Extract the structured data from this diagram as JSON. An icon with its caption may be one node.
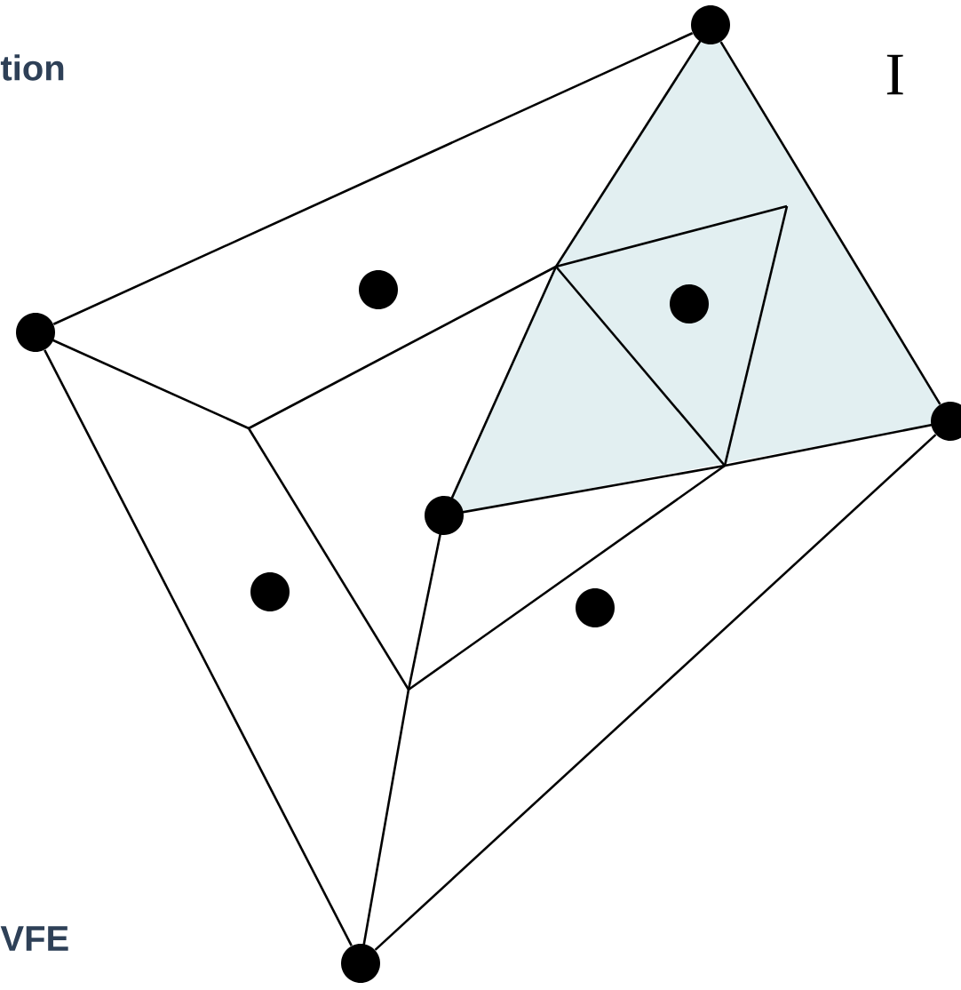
{
  "diagram": {
    "nodes": [
      {
        "text": [],
        "shape": "circle"
      },
      {
        "text": [],
        "shape": "circle"
      },
      {
        "text": [],
        "shape": "circle"
      },
      {
        "text": [],
        "shape": "circle"
      },
      {
        "text": [],
        "shape": "circle"
      },
      {
        "text": [],
        "shape": "circle"
      },
      {
        "text": [],
        "shape": "circle"
      },
      {
        "text": [],
        "shape": "circle"
      },
      {
        "text": [],
        "shape": "circle"
      }
    ],
    "edges": [
      {
        "from": 3,
        "to": 0,
        "arrow": "none"
      },
      {
        "from": 0,
        "to": 4,
        "arrow": "none"
      },
      {
        "from": 3,
        "to": 8,
        "arrow": "none"
      },
      {
        "from": 8,
        "to": 4,
        "arrow": "none"
      }
    ],
    "labels": [
      "tion",
      "I",
      "VFE"
    ]
  }
}
